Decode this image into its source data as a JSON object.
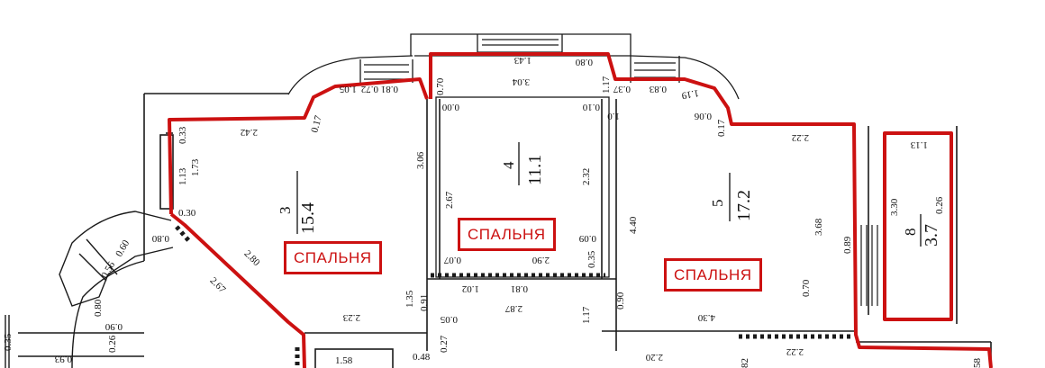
{
  "colors": {
    "outline": "#cc1111",
    "wall": "#1a1a1a",
    "background": "#ffffff"
  },
  "rooms": [
    {
      "number": "3",
      "area": "15.4",
      "label": "СПАЛЬНЯ"
    },
    {
      "number": "4",
      "area": "11.1",
      "label": "СПАЛЬНЯ"
    },
    {
      "number": "5",
      "area": "17.2",
      "label": "СПАЛЬНЯ"
    },
    {
      "number": "8",
      "area": "3.7"
    }
  ],
  "dims": {
    "d105": "1.05",
    "d072": "0.72",
    "d081": "0.81",
    "d070": "0.70",
    "d117": "1.17",
    "d143": "1.43",
    "d304": "3.04",
    "d080": "0.80",
    "d037": "0.37",
    "d083": "0.83",
    "d119": "1.19",
    "d006": "0.06",
    "d017": "0.17",
    "d017b": "0.17",
    "d242": "2.42",
    "d033": "0.33",
    "d113": "1.13",
    "d173": "1.73",
    "d030": "0.30",
    "d306": "3.06",
    "d267": "2.67",
    "d232": "2.32",
    "d000": "0.00",
    "d010": "0.10",
    "d440": "4.40",
    "d222": "2.22",
    "d368": "3.68",
    "d089": "0.89",
    "d330": "3.30",
    "d026": "0.26",
    "d113b": "1.13",
    "d007": "0.07",
    "d290": "2.90",
    "d035": "0.35",
    "d009": "0.09",
    "d102": "1.02",
    "d081b": "0.81",
    "d287": "2.87",
    "d135": "1.35",
    "d091": "0.91",
    "d005": "0.05",
    "d117b": "1.17",
    "d090": "0.90",
    "d430": "4.30",
    "d070b": "0.70",
    "d080b": "0.80",
    "d060": "0.60",
    "d056": "0.56",
    "d080c": "0.80",
    "d090b": "0.90",
    "d026b": "0.26",
    "d093": "0.93",
    "d035b": "0.35",
    "d048": "0.48",
    "d027": "0.27",
    "d223": "2.23",
    "d280": "2.80",
    "d267b": "2.67",
    "d158": "1.58",
    "d220": "2.20",
    "d222b": "2.22",
    "d082": "82",
    "d058": "58",
    "d010b": "1.0"
  }
}
